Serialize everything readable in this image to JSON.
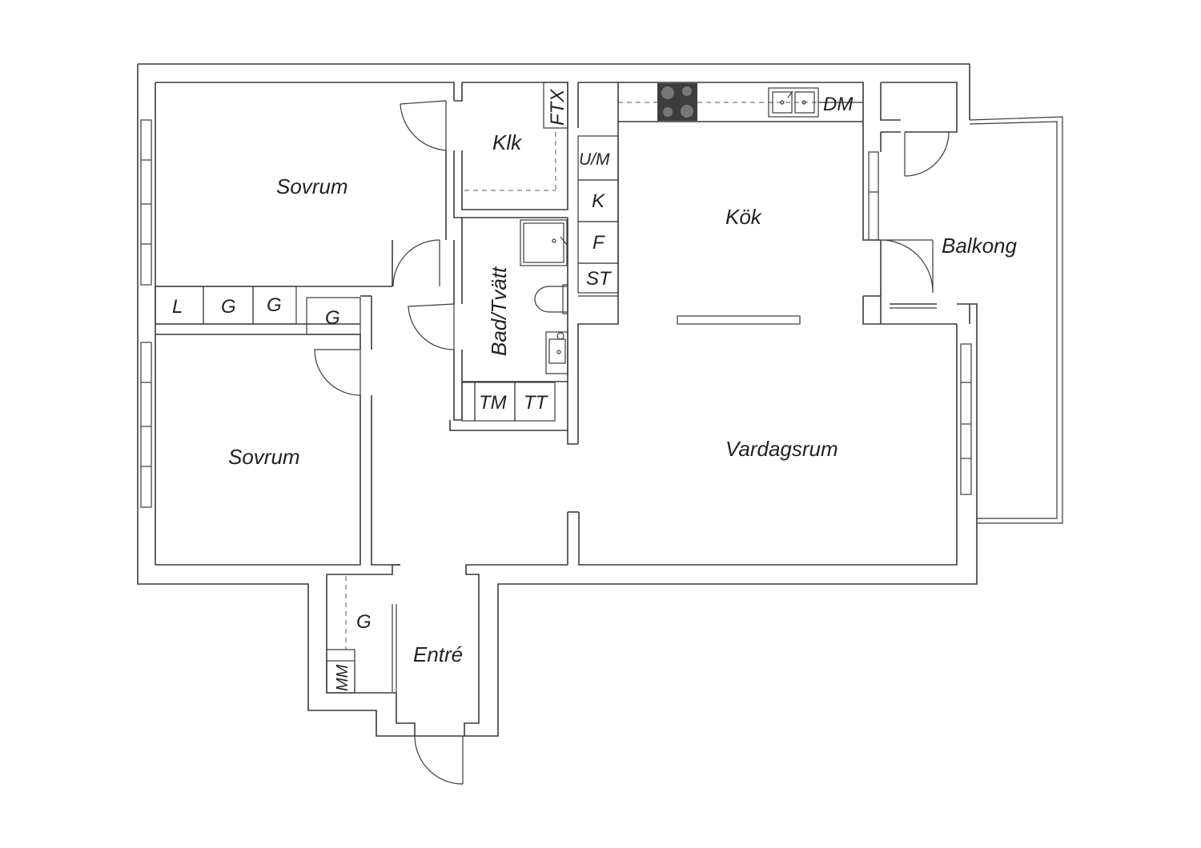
{
  "rooms": {
    "bedroom_1": "Sovrum",
    "bedroom_2": "Sovrum",
    "walk_in_closet": "Klk",
    "bath_laundry": "Bad/Tvätt",
    "kitchen": "Kök",
    "living_room": "Vardagsrum",
    "balcony": "Balkong",
    "entrance": "Entré"
  },
  "fixtures": {
    "ftx": "FTX",
    "um": "U/M",
    "k": "K",
    "f": "F",
    "st": "ST",
    "dm": "DM",
    "tm": "TM",
    "tt": "TT",
    "l": "L",
    "g1": "G",
    "g2": "G",
    "g3": "G",
    "g_entry": "G",
    "mm": "MM"
  },
  "colors": {
    "wall": "#3a3a3a",
    "stove": "#3d3d3d",
    "background": "#ffffff"
  }
}
